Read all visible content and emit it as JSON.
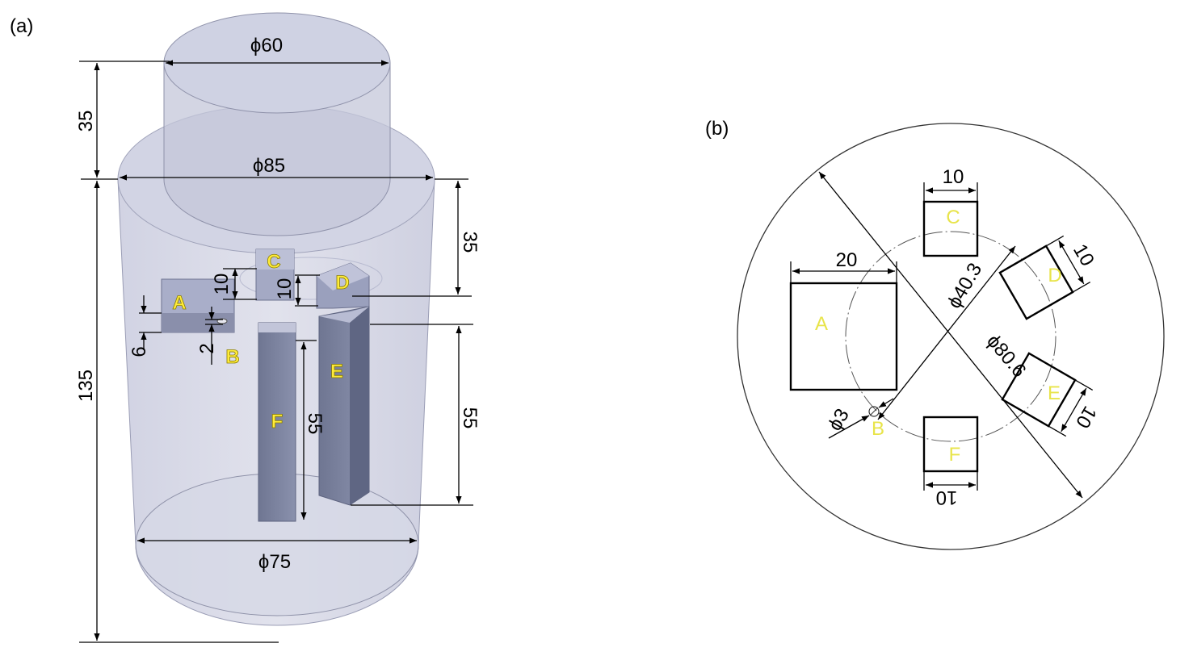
{
  "panel_a": {
    "label": "(a)",
    "dims": {
      "top_dia": "ϕ60",
      "mid_dia": "ϕ85",
      "bottom_dia": "ϕ75",
      "top_height": "35",
      "body_height": "135",
      "upper_offset": "35",
      "right_len": "55",
      "inner_len": "55",
      "c_height": "10",
      "d_height": "10",
      "a_offset": "6",
      "b_size": "2"
    },
    "letters": [
      "A",
      "B",
      "C",
      "D",
      "E",
      "F"
    ]
  },
  "panel_b": {
    "label": "(b)",
    "dims": {
      "inner_circle": "ϕ40.3",
      "outer_circle": "ϕ80.6",
      "hole": "ϕ3",
      "a_width": "20",
      "c_width": "10",
      "d_width": "10",
      "e_width": "10",
      "f_width": "10"
    },
    "letters": [
      "A",
      "B",
      "C",
      "D",
      "E",
      "F"
    ]
  }
}
